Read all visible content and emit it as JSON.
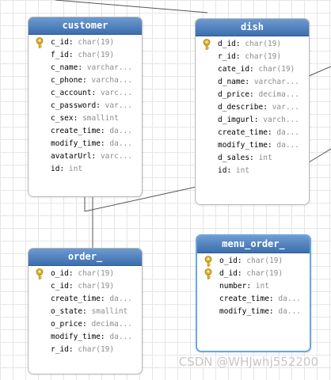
{
  "tables": {
    "customer": {
      "title": "customer",
      "rows": [
        {
          "name": "c_id",
          "sep": ": ",
          "type": "char(19)",
          "key": true
        },
        {
          "name": "f_id",
          "sep": ": ",
          "type": "char(19)",
          "key": false
        },
        {
          "name": "c_name",
          "sep": ": ",
          "type": "varchar...",
          "key": false
        },
        {
          "name": "c_phone",
          "sep": ": ",
          "type": "varcha...",
          "key": false
        },
        {
          "name": "c_account",
          "sep": ": ",
          "type": "varc...",
          "key": false
        },
        {
          "name": "c_password",
          "sep": ": ",
          "type": "var...",
          "key": false
        },
        {
          "name": "c_sex",
          "sep": ": ",
          "type": "smallint",
          "key": false
        },
        {
          "name": "create_time",
          "sep": ": ",
          "type": "da...",
          "key": false
        },
        {
          "name": "modify_time",
          "sep": ": ",
          "type": "da...",
          "key": false
        },
        {
          "name": "avatarUrl",
          "sep": ": ",
          "type": "varc...",
          "key": false
        },
        {
          "name": "id",
          "sep": ": ",
          "type": "int",
          "key": false
        }
      ]
    },
    "dish": {
      "title": "dish",
      "rows": [
        {
          "name": "d_id",
          "sep": ": ",
          "type": "char(19)",
          "key": true
        },
        {
          "name": "r_id",
          "sep": ": ",
          "type": "char(19)",
          "key": false
        },
        {
          "name": "cate_id",
          "sep": ": ",
          "type": "char(19)",
          "key": false
        },
        {
          "name": "d_name",
          "sep": ": ",
          "type": "varchar...",
          "key": false
        },
        {
          "name": "d_price",
          "sep": ": ",
          "type": "decima...",
          "key": false
        },
        {
          "name": "d_describe",
          "sep": ": ",
          "type": "var...",
          "key": false
        },
        {
          "name": "d_imgurl",
          "sep": ": ",
          "type": "varch...",
          "key": false
        },
        {
          "name": "create_time",
          "sep": ": ",
          "type": "da...",
          "key": false
        },
        {
          "name": "modify_time",
          "sep": ": ",
          "type": "da...",
          "key": false
        },
        {
          "name": "d_sales",
          "sep": ": ",
          "type": "int",
          "key": false
        },
        {
          "name": "id",
          "sep": ": ",
          "type": "int",
          "key": false
        }
      ]
    },
    "order": {
      "title": "order_",
      "rows": [
        {
          "name": "o_id",
          "sep": ": ",
          "type": "char(19)",
          "key": true
        },
        {
          "name": "c_id",
          "sep": ": ",
          "type": "char(19)",
          "key": false
        },
        {
          "name": "create_time",
          "sep": ": ",
          "type": "da...",
          "key": false
        },
        {
          "name": "o_state",
          "sep": ": ",
          "type": "smallint",
          "key": false
        },
        {
          "name": "o_price",
          "sep": ": ",
          "type": "decima...",
          "key": false
        },
        {
          "name": "modify_time",
          "sep": ": ",
          "type": "da...",
          "key": false
        },
        {
          "name": "r_id",
          "sep": ": ",
          "type": "char(19)",
          "key": false
        }
      ]
    },
    "menu_order": {
      "title": "menu_order_",
      "rows": [
        {
          "name": "o_id",
          "sep": ": ",
          "type": "char(19)",
          "key": true
        },
        {
          "name": "d_id",
          "sep": ": ",
          "type": "char(19)",
          "key": true
        },
        {
          "name": "number",
          "sep": ": ",
          "type": "int",
          "key": false
        },
        {
          "name": "create_time",
          "sep": ": ",
          "type": "da...",
          "key": false
        },
        {
          "name": "modify_time",
          "sep": ": ",
          "type": "da...",
          "key": false
        }
      ]
    }
  },
  "watermark": "CSDN @WHJwhj552200",
  "colors": {
    "header_top": "#6d9ad0",
    "header_bottom": "#3d6fae",
    "type_text": "#8c8c8c",
    "key_icon": "#e0b430",
    "selected_border": "#6aa6e0",
    "relation_line": "#555555"
  },
  "icons": {
    "primary_key": "key-icon"
  }
}
